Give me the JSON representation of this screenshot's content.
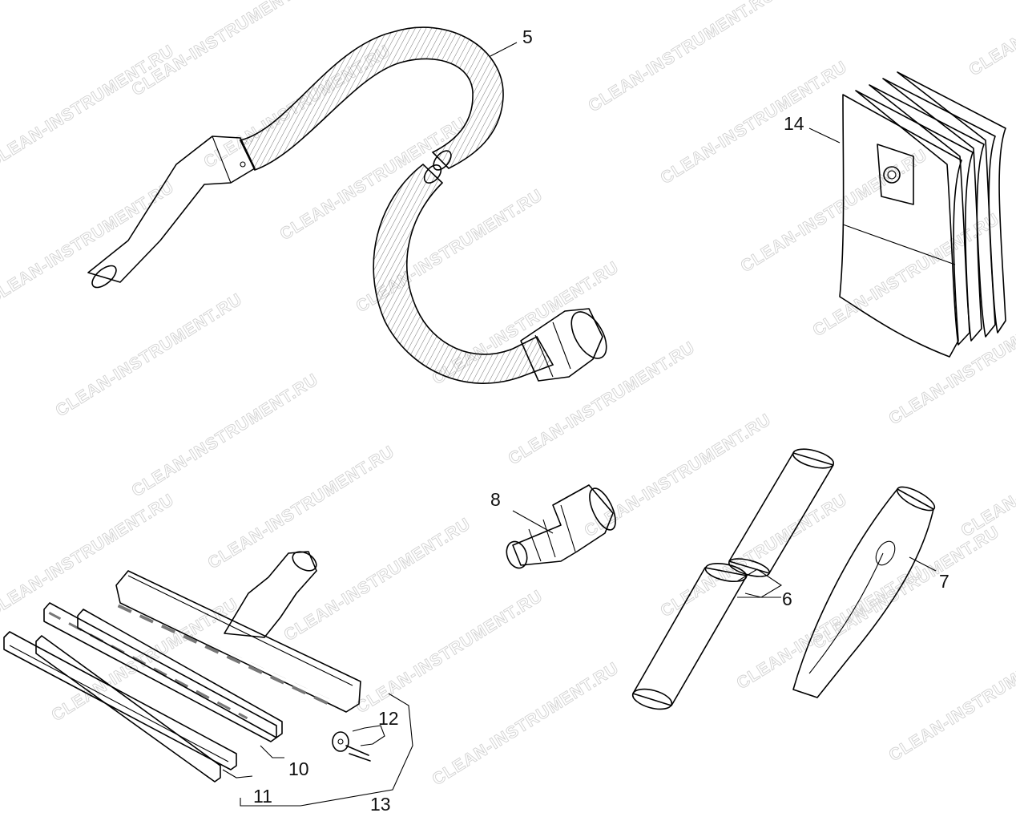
{
  "watermark": "CLEAN-INSTRUMENT.RU",
  "parts": [
    {
      "id": "hose",
      "label": "5"
    },
    {
      "id": "extension-tube",
      "label": "6"
    },
    {
      "id": "crevice-nozzle",
      "label": "7"
    },
    {
      "id": "adapter",
      "label": "8"
    },
    {
      "id": "brush-strip",
      "label": "10"
    },
    {
      "id": "rubber-strip",
      "label": "11"
    },
    {
      "id": "wheel-set",
      "label": "12"
    },
    {
      "id": "floor-nozzle-set",
      "label": "13"
    },
    {
      "id": "filter-bags",
      "label": "14"
    }
  ]
}
